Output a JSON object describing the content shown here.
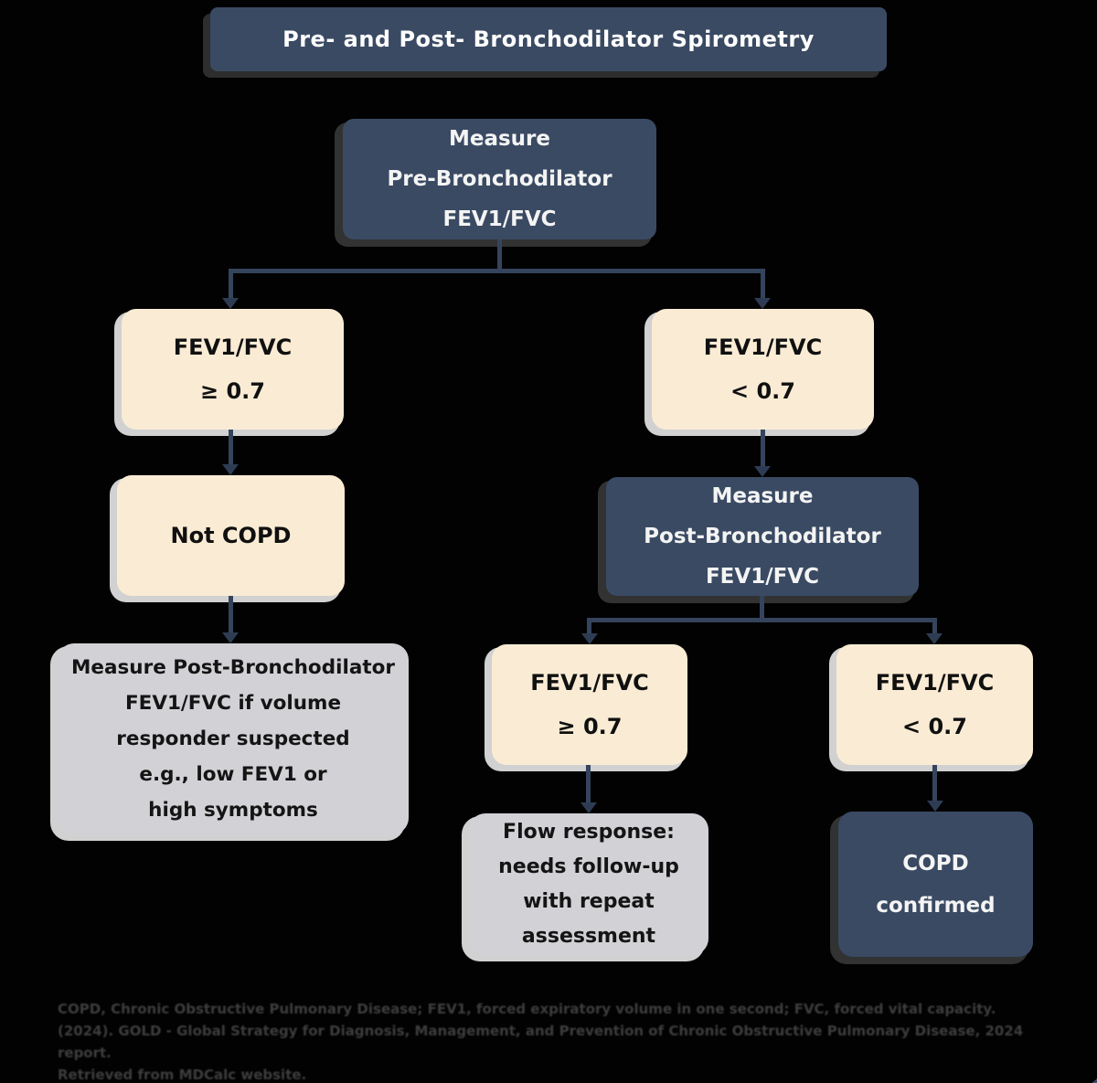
{
  "title": "Pre- and Post- Bronchodilator Spirometry",
  "nodes": {
    "measure_pre": "Measure\nPre-Bronchodilator\nFEV1/FVC",
    "fev_ge": "FEV1/FVC\n≥ 0.7",
    "fev_lt": "FEV1/FVC\n< 0.7",
    "not_copd": "Not COPD",
    "measure_post": "Measure\nPost-Bronchodilator\nFEV1/FVC",
    "volume_responder": "Measure Post-Bronchodilator\nFEV1/FVC if volume\nresponder suspected\ne.g., low FEV1 or\nhigh symptoms",
    "post_ge": "FEV1/FVC\n≥ 0.7",
    "post_lt": "FEV1/FVC\n< 0.7",
    "flow_response": "Flow response:\nneeds follow-up\nwith repeat\nassessment",
    "copd_confirmed": "COPD\nconfirmed"
  },
  "footnote": {
    "line1": "COPD, Chronic Obstructive Pulmonary Disease; FEV1, forced expiratory volume in one second; FVC, forced vital capacity.",
    "line2": "(2024). GOLD - Global Strategy for Diagnosis, Management, and Prevention of Chronic Obstructive Pulmonary Disease, 2024 report.",
    "line3": "Retrieved from MDCalc website."
  },
  "colors": {
    "background": "#020203",
    "frame_border": "#3e4d66",
    "dark_box": "#3a4a63",
    "cream_box": "#faecd4",
    "gray_box": "#d2d2d6",
    "connector": "#35445d",
    "dark_text": "#f4f4f4",
    "light_text": "#101010"
  }
}
